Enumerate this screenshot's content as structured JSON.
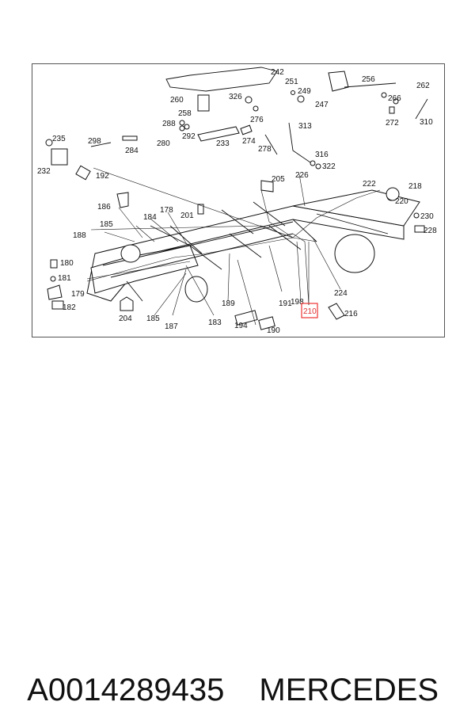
{
  "footer": {
    "part_number": "A0014289435",
    "brand": "MERCEDES"
  },
  "highlighted_label": "210",
  "labels": [
    "242",
    "251",
    "249",
    "247",
    "256",
    "262",
    "260",
    "326",
    "266",
    "272",
    "310",
    "258",
    "276",
    "313",
    "288",
    "292",
    "233",
    "274",
    "298",
    "235",
    "280",
    "284",
    "278",
    "316",
    "322",
    "232",
    "192",
    "205",
    "226",
    "222",
    "218",
    "186",
    "220",
    "178",
    "201",
    "230",
    "184",
    "228",
    "185",
    "188",
    "180",
    "181",
    "179",
    "182",
    "204",
    "185",
    "187",
    "183",
    "189",
    "191",
    "198",
    "224",
    "194",
    "190",
    "216",
    "210"
  ]
}
